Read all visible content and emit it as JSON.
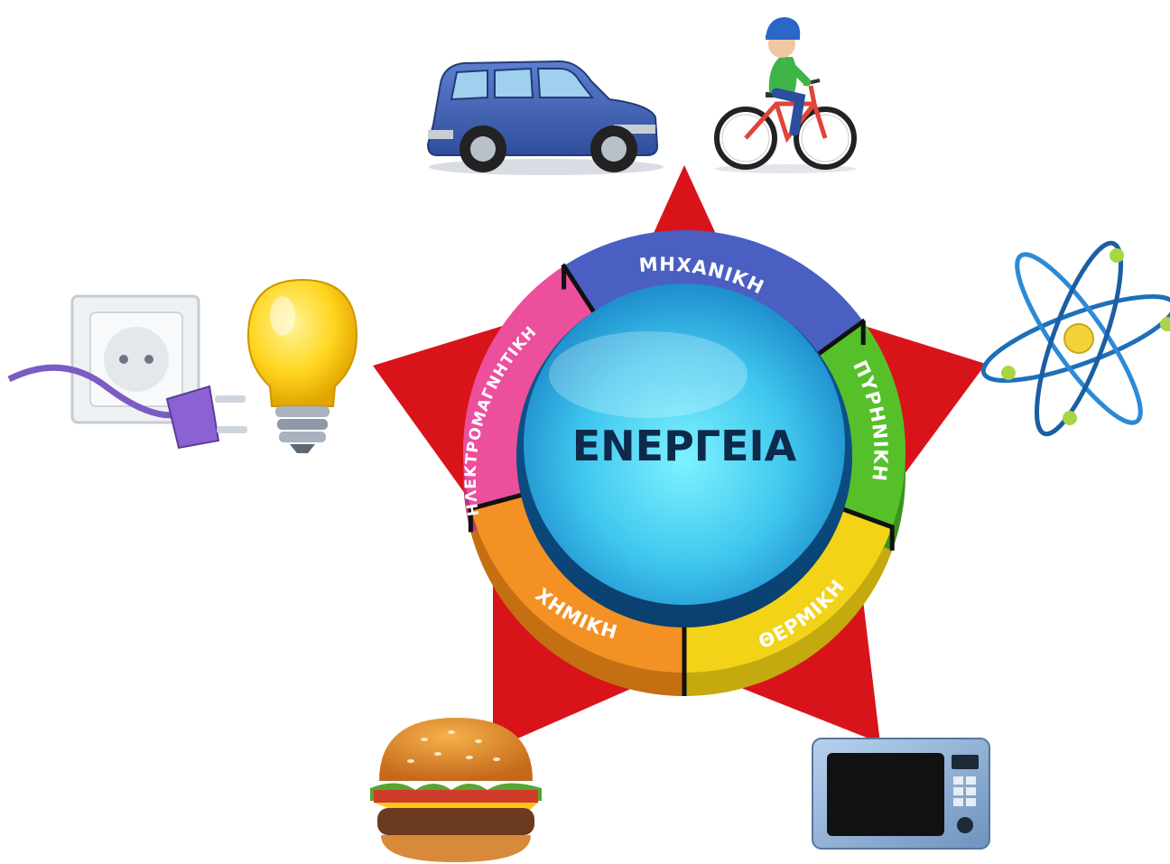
{
  "center": {
    "label": "ΕΝΕΡΓΕΙΑ"
  },
  "segments": [
    {
      "id": "mechanical",
      "label": "ΜΗΧΑΝΙΚΗ",
      "color": "#4a5fc1",
      "dark": "#34449a"
    },
    {
      "id": "nuclear",
      "label": "ΠΥΡΗΝΙΚΗ",
      "color": "#56c02a",
      "dark": "#3e921c"
    },
    {
      "id": "thermal",
      "label": "ΘΕΡΜΙΚΗ",
      "color": "#f2d318",
      "dark": "#c4a90f"
    },
    {
      "id": "chemical",
      "label": "ΧΗΜΙΚΗ",
      "color": "#f39124",
      "dark": "#c46f12"
    },
    {
      "id": "electromagnetic",
      "label": "ΗΛΕΚΤΡΟΜΑΓΝΗΤΙΚΗ",
      "color": "#ec4f9c",
      "dark": "#bf3478"
    }
  ],
  "star": {
    "color": "#d8141a"
  },
  "icons": [
    "car-icon",
    "bicycle-rider-icon",
    "atom-icon",
    "microwave-icon",
    "burger-icon",
    "lightbulb-icon",
    "power-plug-socket-icon"
  ]
}
